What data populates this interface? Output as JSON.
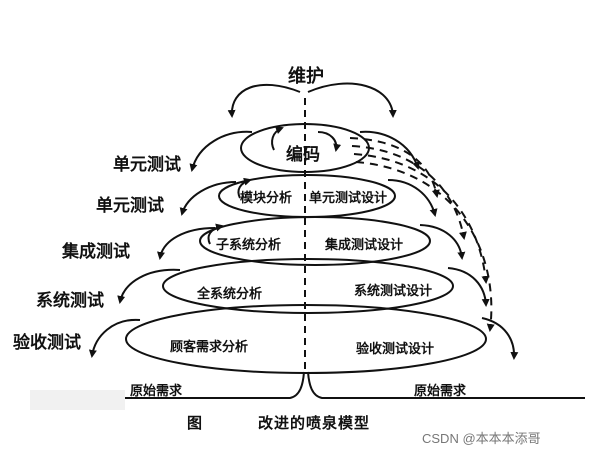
{
  "top_label": "维护",
  "core_label": "编码",
  "side_labels": [
    "单元测试",
    "单元测试",
    "集成测试",
    "系统测试",
    "验收测试"
  ],
  "levels": [
    {
      "left": "模块分析",
      "right": "单元测试设计"
    },
    {
      "left": "子系统分析",
      "right": "集成测试设计"
    },
    {
      "left": "全系统分析",
      "right": "系统测试设计"
    },
    {
      "left": "顾客需求分析",
      "right": "验收测试设计"
    }
  ],
  "base": {
    "left": "原始需求",
    "right": "原始需求"
  },
  "caption": {
    "fig": "图",
    "title": "改进的喷泉模型"
  },
  "watermark": "CSDN @本本本添哥"
}
